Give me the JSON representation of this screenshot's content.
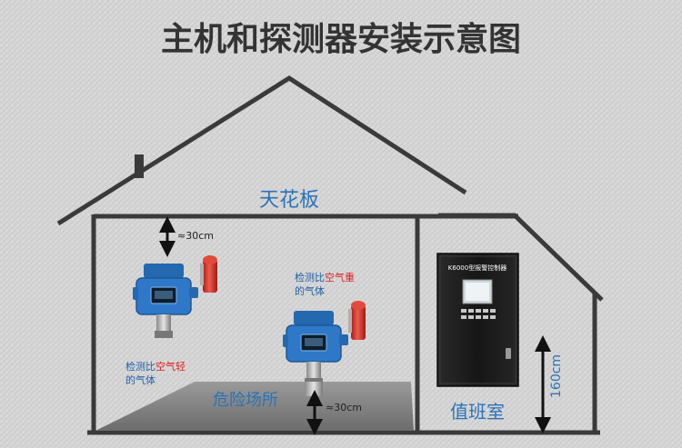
{
  "title": "主机和探测器安装示意图",
  "labels": {
    "ceiling": "天花板",
    "hazard_area": "危险场所",
    "duty_room": "值班室",
    "controller_name": "K6000型报警控制器"
  },
  "annotations": {
    "ceiling_distance": "≈30cm",
    "floor_distance": "≈30cm",
    "controller_height": "160cm",
    "light_gas_note": {
      "prefix": "检测比",
      "highlight": "空气轻",
      "suffix": "的气体"
    },
    "heavy_gas_note": {
      "prefix": "检测比",
      "highlight": "空气重",
      "suffix": "的气体"
    }
  },
  "colors": {
    "title": "#333333",
    "house_line": "#3a3a3a",
    "blue_label": "#2a73b8",
    "highlight_red": "#e02020",
    "detector_blue": "#2f78c8",
    "beacon_red": "#d8322a",
    "controller_body": "#1e1e1e"
  },
  "icons": [
    "gas-detector-icon",
    "alarm-beacon-icon",
    "alarm-controller-icon",
    "dimension-arrow-icon"
  ]
}
